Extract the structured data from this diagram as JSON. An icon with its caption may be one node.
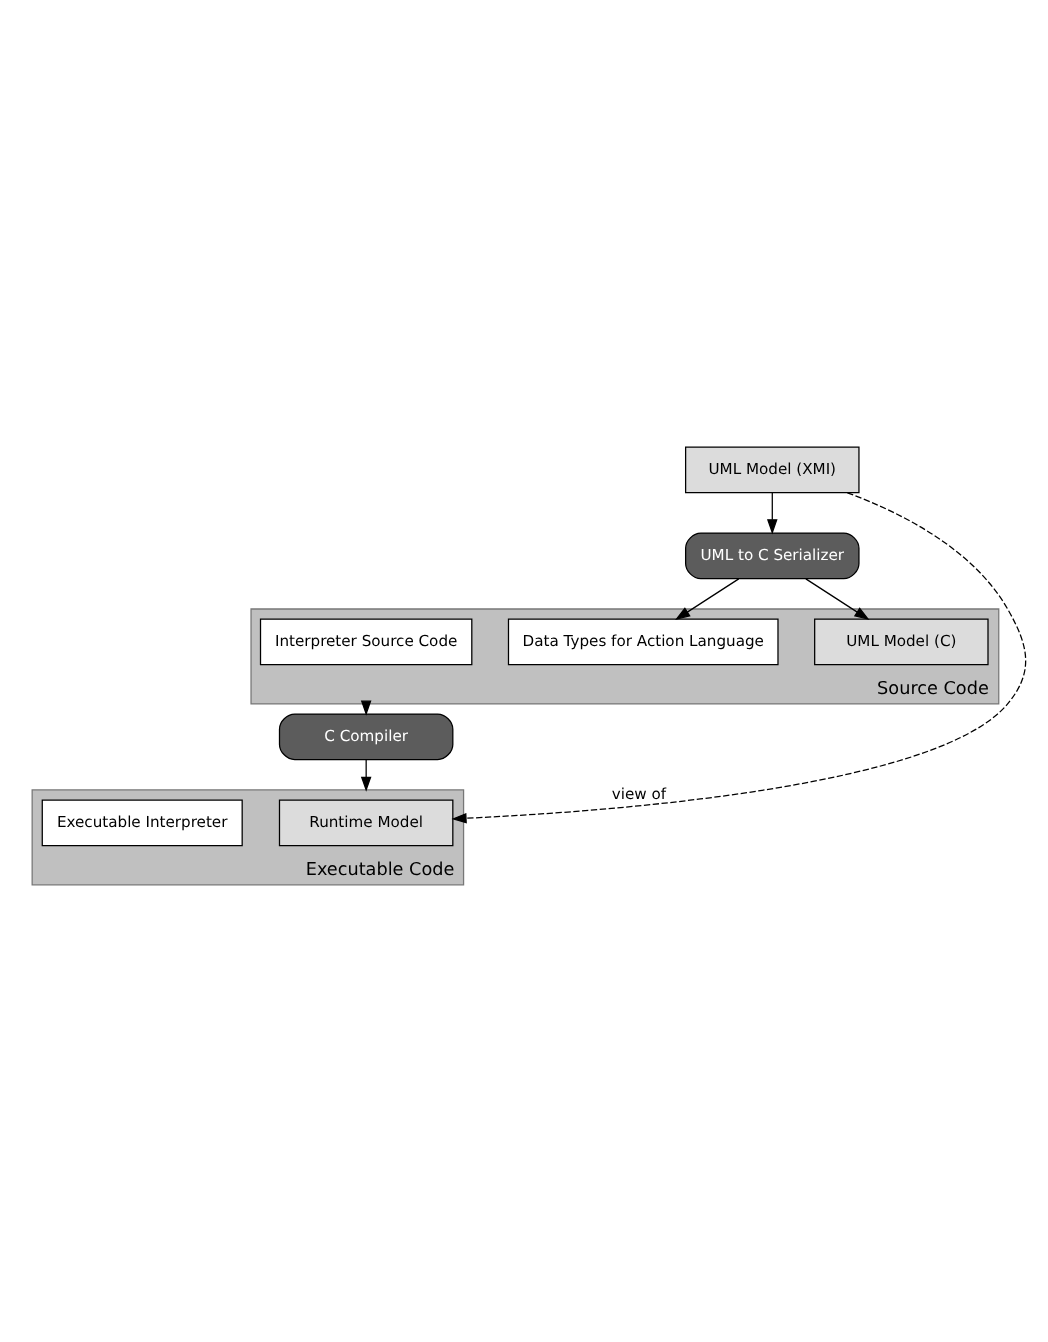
{
  "diagram": {
    "nodes": [
      {
        "text": [
          "UML Model (XMI)"
        ]
      },
      {
        "text": [
          "UML to C Serializer"
        ]
      },
      {
        "text": [
          "Source Code"
        ]
      },
      {
        "text": [
          "UML Model (C)"
        ],
        "in": 2
      },
      {
        "text": [
          "Data Types for Action Language"
        ],
        "in": 2
      },
      {
        "text": [
          "Interpreter Source Code"
        ],
        "in": 2
      },
      {
        "text": [
          "C Compiler"
        ]
      },
      {
        "text": [
          "Executable Code"
        ]
      },
      {
        "text": [
          "Runtime Model"
        ],
        "in": 7
      },
      {
        "text": [
          "Executable Interpreter"
        ],
        "in": 7
      }
    ],
    "edges": [
      {
        "from": 0,
        "to": 1,
        "arrow": "to"
      },
      {
        "from": 1,
        "to": 3,
        "arrow": "to"
      },
      {
        "from": 1,
        "to": 4,
        "arrow": "to"
      },
      {
        "from": 2,
        "to": 6,
        "arrow": "to"
      },
      {
        "from": 6,
        "to": 7,
        "arrow": "to"
      },
      {
        "from": 0,
        "to": 8,
        "arrow": "to",
        "label": "view of",
        "style": "dashed"
      }
    ]
  }
}
